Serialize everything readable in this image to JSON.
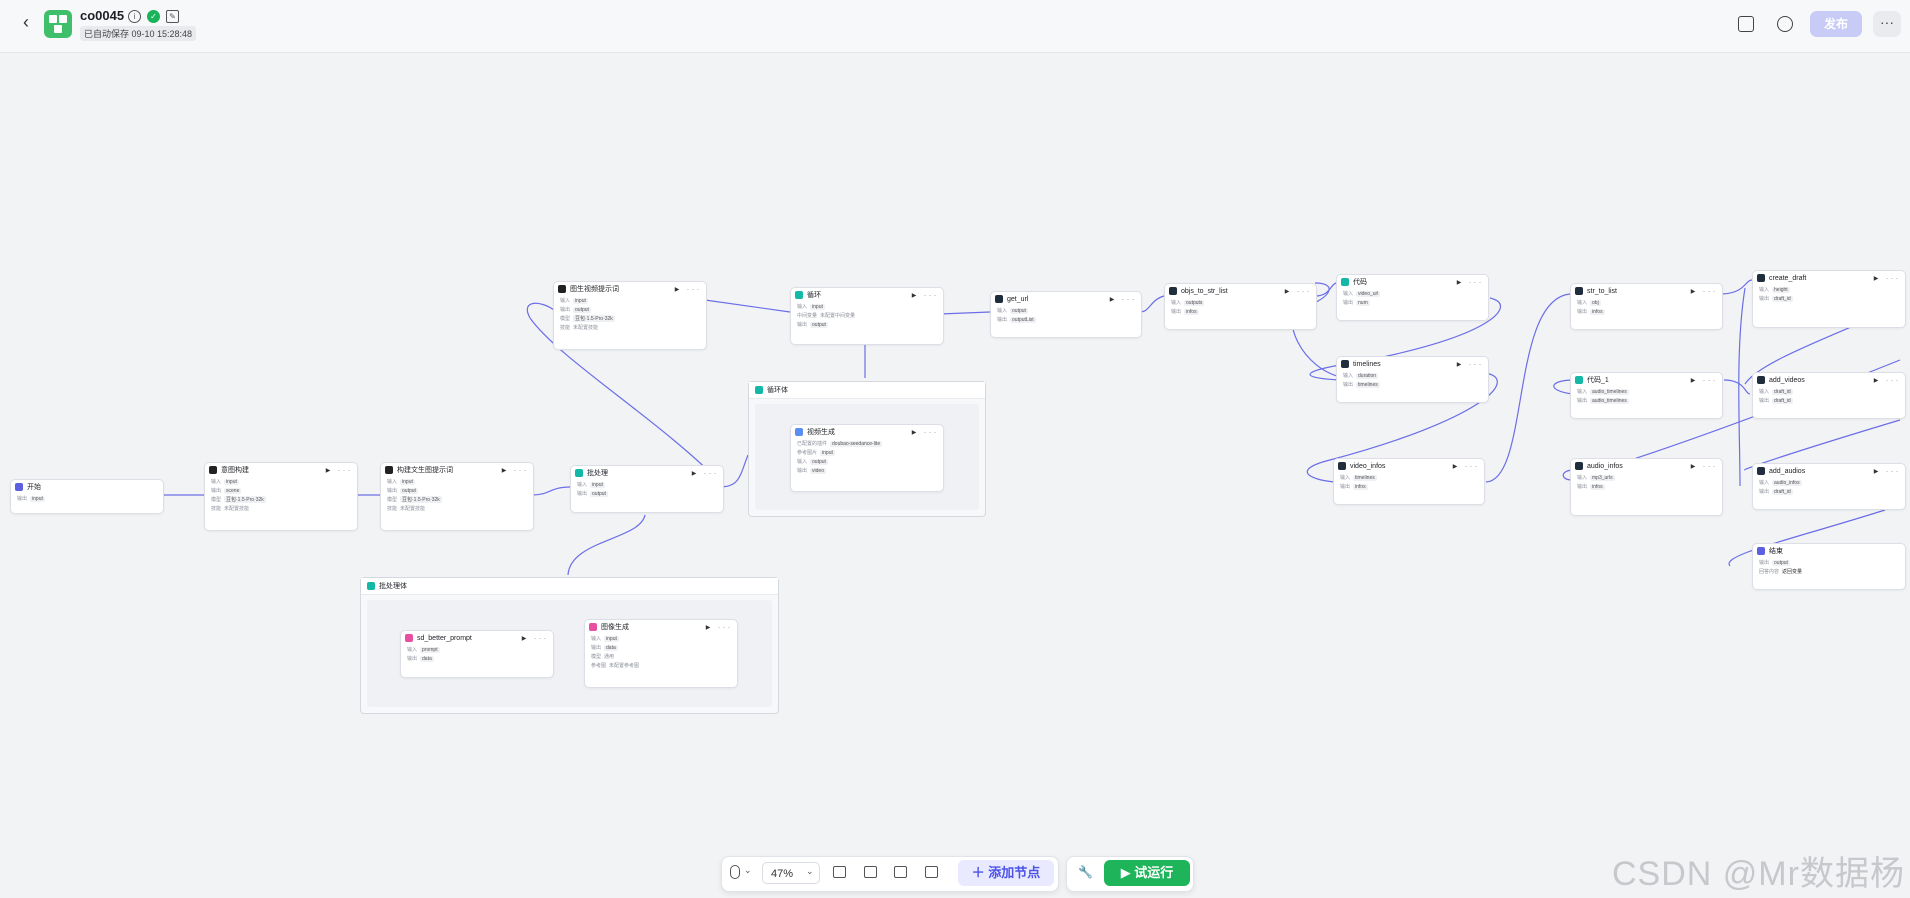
{
  "header": {
    "back_icon": "back-arrow-icon",
    "title": "co0045",
    "autosave": "已自动保存 09-10 15:28:48",
    "publish_label": "发布",
    "more_label": "···"
  },
  "toolbar": {
    "zoom": "47%",
    "add_node_label": "添加节点",
    "trial_run_label": "试运行",
    "trial_icon": "play-icon"
  },
  "watermark": "CSDN @Mr数据杨",
  "colors": {
    "accent": "#4d53e8",
    "run": "#1eb45a",
    "edge": "#6b6ee8"
  },
  "nodes": {
    "start": {
      "title": "开始",
      "r1": "输出",
      "c1": "input"
    },
    "intent": {
      "title": "意图构建",
      "r1": "输入",
      "c1": "input",
      "r2": "输出",
      "c2": "scene",
      "r3": "模型",
      "c3": "豆包·1.5·Pro·32k",
      "r4": "技能",
      "c4": "未配置技能"
    },
    "img_prompt": {
      "title": "构建文生图提示词",
      "r1": "输入",
      "c1": "input",
      "r2": "输出",
      "c2": "output",
      "r3": "模型",
      "c3": "豆包·1.5·Pro·32k",
      "r4": "技能",
      "c4": "未配置技能"
    },
    "batch": {
      "title": "批处理",
      "r1": "输入",
      "c1": "input",
      "r2": "输出",
      "c2": "output"
    },
    "video_prompt": {
      "title": "图生视频提示词",
      "r1": "输入",
      "c1": "input",
      "r2": "输出",
      "c2": "output",
      "r3": "模型",
      "c3": "豆包·1.5·Pro·32k",
      "r4": "技能",
      "c4": "未配置技能"
    },
    "loop": {
      "title": "循环",
      "r1": "输入",
      "c1": "input",
      "r2": "中间变量",
      "c2": "未配置中间变量",
      "r3": "输出",
      "c3": "output"
    },
    "loop_body": {
      "title": "循环体"
    },
    "video_gen": {
      "title": "视频生成",
      "r1": "已配置的插件",
      "c1": "doubao-seedance-lite",
      "r2": "参考图片",
      "c2": "input",
      "r3": "输入",
      "c3": "output",
      "r4": "输出",
      "c4": "video"
    },
    "batch_body": {
      "title": "批处理体"
    },
    "sd_prompt": {
      "title": "sd_better_prompt",
      "r1": "输入",
      "c1": "prompt",
      "r2": "输出",
      "c2": "data"
    },
    "img_gen": {
      "title": "图像生成",
      "r1": "输入",
      "c1": "input",
      "r2": "输出",
      "c2": "data",
      "r3": "模型",
      "c3": "通用",
      "r4": "参考图",
      "c4": "未配置参考图"
    },
    "get_url": {
      "title": "get_url",
      "r1": "输入",
      "c1": "output",
      "r2": "输出",
      "c2": "outputList"
    },
    "objs_to_str": {
      "title": "objs_to_str_list",
      "r1": "输入",
      "c1": "outputs",
      "r2": "输出",
      "c2": "infos"
    },
    "code": {
      "title": "代码",
      "r1": "输入",
      "c1": "video_url",
      "r2": "输出",
      "c2": "num"
    },
    "timelines": {
      "title": "timelines",
      "r1": "输入",
      "c1": "duration",
      "r2": "输出",
      "c2": "timelines"
    },
    "video_infos": {
      "title": "video_infos",
      "r1": "输入",
      "c1": "timelines",
      "r2": "输出",
      "c2": "infos"
    },
    "str_to_list": {
      "title": "str_to_list",
      "r1": "输入",
      "c1": "obj",
      "r2": "输出",
      "c2": "infos"
    },
    "code_1": {
      "title": "代码_1",
      "r1": "输入",
      "c1": "audio_timelines",
      "r2": "输出",
      "c2": "audio_timelines"
    },
    "audio_infos": {
      "title": "audio_infos",
      "r1": "输入",
      "c1": "mp3_urls",
      "r2": "输出",
      "c2": "infos"
    },
    "create_draft": {
      "title": "create_draft",
      "r1": "输入",
      "c1": "height",
      "r2": "输出",
      "c2": "draft_id"
    },
    "add_videos": {
      "title": "add_videos",
      "r1": "输入",
      "c1": "draft_id",
      "r2": "输出",
      "c2": "draft_id"
    },
    "add_audios": {
      "title": "add_audios",
      "r1": "输入",
      "c1": "audio_infos",
      "r2": "输出",
      "c2": "draft_id"
    },
    "end": {
      "title": "结束",
      "r1": "输出",
      "c1": "output",
      "r2": "回答内容",
      "c2": "返回变量"
    }
  }
}
